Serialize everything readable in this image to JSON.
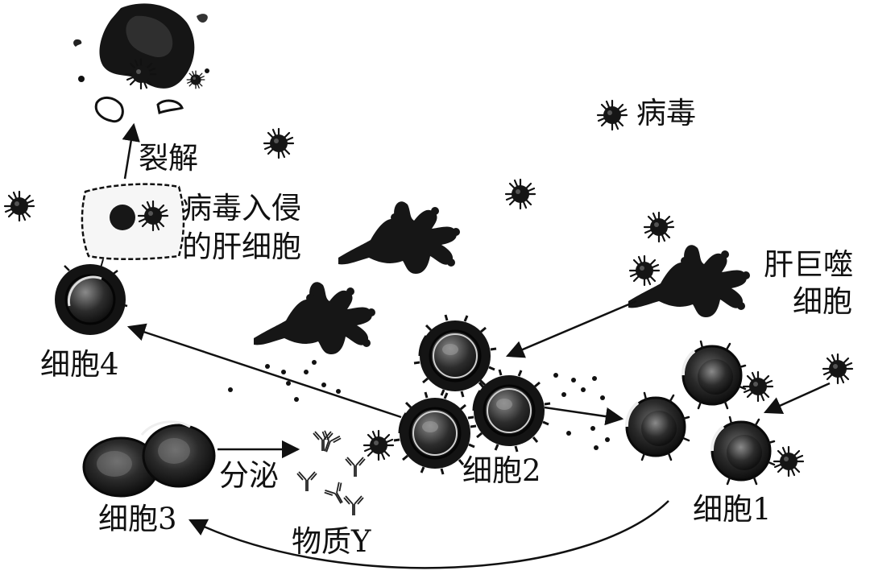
{
  "labels": {
    "virus": "病毒",
    "lysis": "裂解",
    "infected_cell_line1": "病毒入侵",
    "infected_cell_line2": "的肝细胞",
    "macrophage_line1": "肝巨噬",
    "macrophage_line2": "细胞",
    "cell4": "细胞4",
    "cell2": "细胞2",
    "cell1": "细胞1",
    "cell3": "细胞3",
    "secrete": "分泌",
    "substance_y": "物质Y"
  },
  "colors": {
    "ink": "#111111",
    "cell_fill": "#1e1e1e",
    "background": "#ffffff"
  }
}
